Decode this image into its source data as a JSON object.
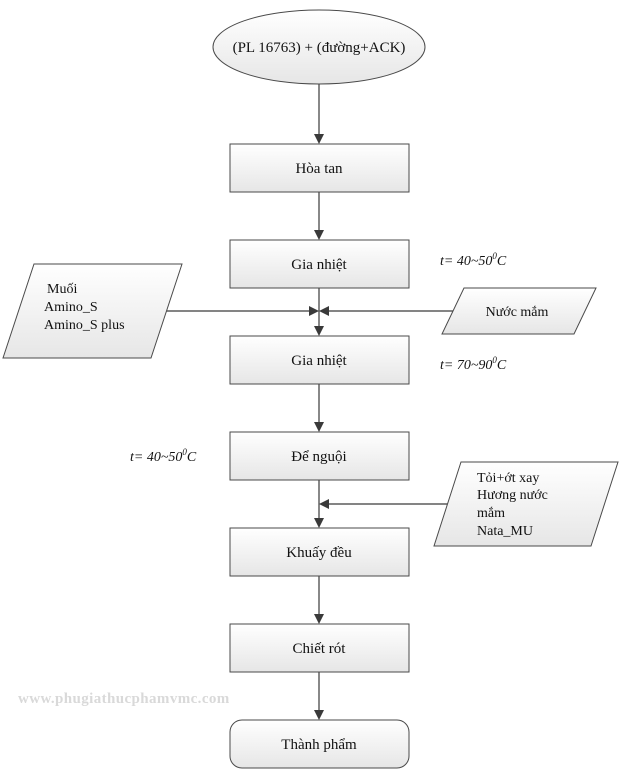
{
  "flowchart": {
    "start": "(PL 16763) + (đường+ACK)",
    "steps": [
      "Hòa tan",
      "Gia nhiệt",
      "Gia nhiệt",
      "Để nguội",
      "Khuấy đều",
      "Chiết rót"
    ],
    "end": "Thành phẩm"
  },
  "inputs": {
    "left": [
      "Muối",
      "Amino_S",
      "Amino_S plus"
    ],
    "right_fish": "Nước mắm",
    "right_mix": [
      "Tỏi+ớt xay",
      "Hương nước",
      "mắm",
      "Nata_MU"
    ]
  },
  "temperatures": {
    "t1": {
      "prefix": "t= 40~50",
      "sup": "0",
      "suffix": "C"
    },
    "t2": {
      "prefix": "t= 70~90",
      "sup": "0",
      "suffix": "C"
    },
    "t3": {
      "prefix": "t= 40~50",
      "sup": "0",
      "suffix": "C"
    }
  },
  "watermark": "www.phugiathucphamvmc.com",
  "colors": {
    "box_fill_top": "#ffffff",
    "box_fill_bottom": "#e8e8e8",
    "stroke": "#4a4a4a",
    "arrow": "#3a3a3a",
    "watermark": "#d9d9d9"
  }
}
